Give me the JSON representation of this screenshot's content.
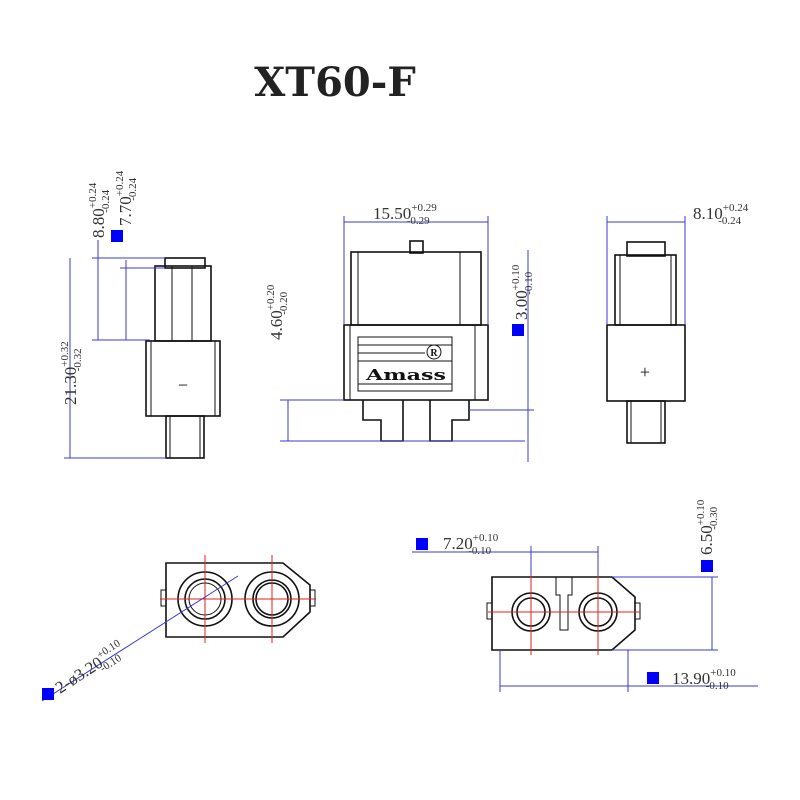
{
  "title": "XT60-F",
  "logo": {
    "text": "Amass",
    "registered": "R"
  },
  "marks": {
    "negative": "−",
    "positive": "+"
  },
  "dimensions": {
    "d880": {
      "value": "8.80",
      "plus": "+0.24",
      "minus": "-0.24"
    },
    "d770": {
      "value": "7.70",
      "plus": "+0.24",
      "minus": "-0.24"
    },
    "d2130": {
      "value": "21.30",
      "plus": "+0.32",
      "minus": "-0.32"
    },
    "d1550": {
      "value": "15.50",
      "plus": "+0.29",
      "minus": "-0.29"
    },
    "d460": {
      "value": "4.60",
      "plus": "+0.20",
      "minus": "-0.20"
    },
    "d300": {
      "value": "3.00",
      "plus": "+0.10",
      "minus": "-0.10"
    },
    "d810": {
      "value": "8.10",
      "plus": "+0.24",
      "minus": "-0.24"
    },
    "d650": {
      "value": "6.50",
      "plus": "+0.10",
      "minus": "-0.30"
    },
    "d720": {
      "value": "7.20",
      "plus": "+0.10",
      "minus": "-0.10"
    },
    "d1390": {
      "value": "13.90",
      "plus": "+0.10",
      "minus": "-0.10"
    },
    "dhole": {
      "value": "2-ø3.20",
      "plus": "+0.10",
      "minus": "-0.10"
    }
  },
  "colors": {
    "dimension": "#3a3ad0",
    "marker": "#0000ff",
    "centerline": "#e02020"
  }
}
